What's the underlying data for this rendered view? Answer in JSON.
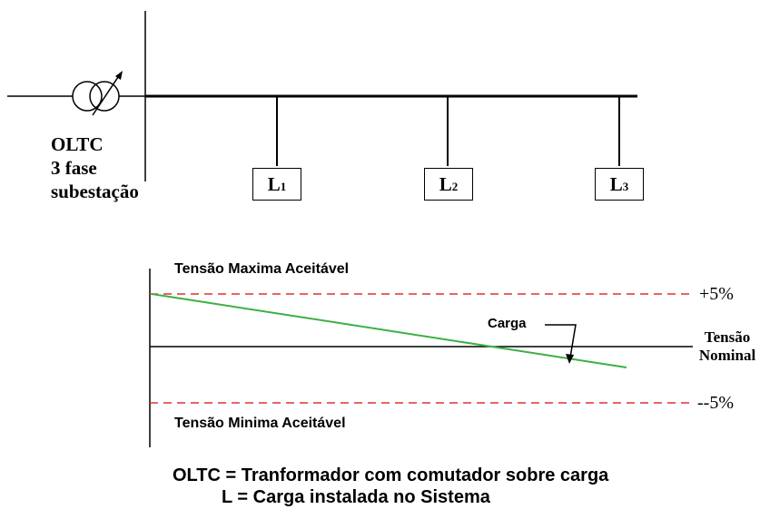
{
  "substation": {
    "lines": [
      "OLTC",
      "3 fase",
      "subestação"
    ]
  },
  "loads": [
    {
      "letter": "L",
      "index": "1"
    },
    {
      "letter": "L",
      "index": "2"
    },
    {
      "letter": "L",
      "index": "3"
    }
  ],
  "voltage_profile": {
    "max_label": "Tensão Maxima Aceitável",
    "min_label": "Tensão Minima Aceitável",
    "plus_label": "+5%",
    "minus_label": "--5%",
    "nominal_label_line1": "Tensão",
    "nominal_label_line2": "Nominal",
    "load_curve_label": "Carga"
  },
  "legend": {
    "line1": "OLTC = Tranformador com comutador sobre carga",
    "line2": "L = Carga instalada no Sistema"
  },
  "colors": {
    "limit_lines": "#e03030",
    "load_curve": "#3cb043",
    "lines": "#000000"
  }
}
